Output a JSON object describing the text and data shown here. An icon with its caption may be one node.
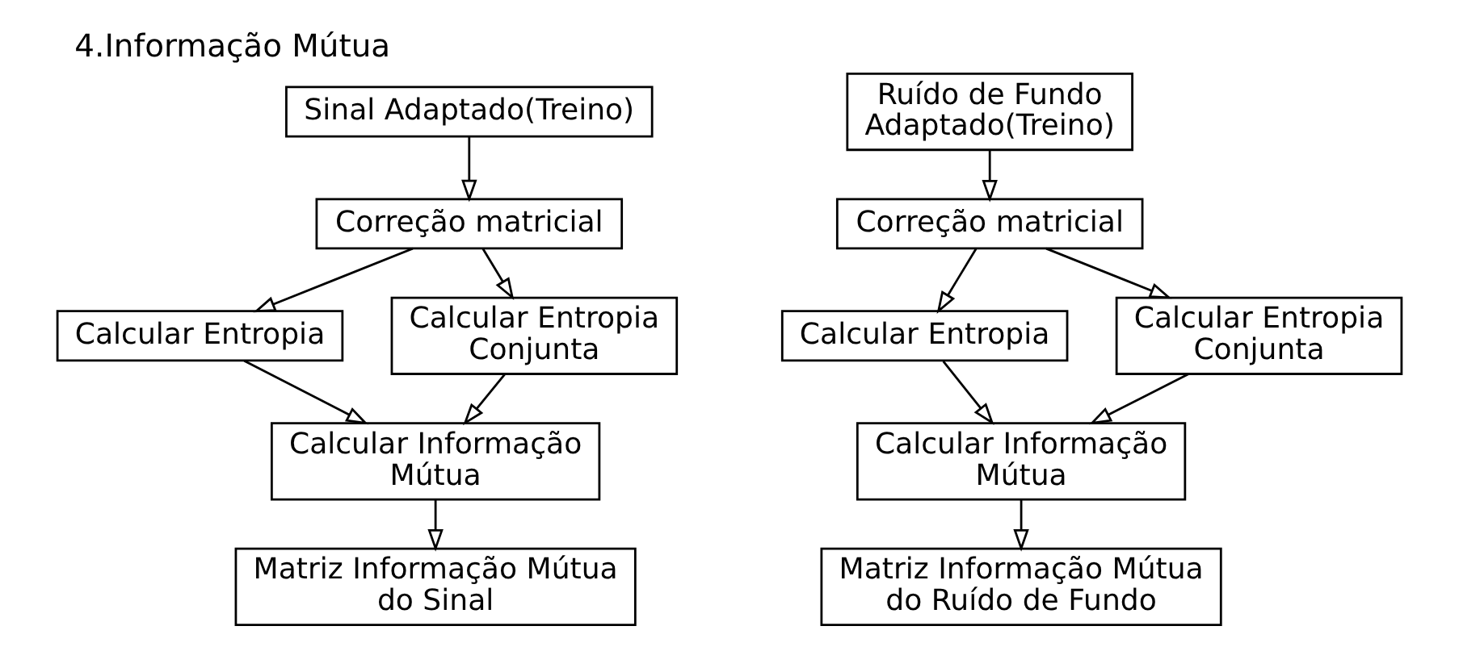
{
  "diagram": {
    "title": "4.Informação Mútua",
    "nodes": [
      {
        "text": [
          "Sinal Adaptado(Treino)"
        ]
      },
      {
        "text": [
          "Correção matricial"
        ]
      },
      {
        "text": [
          "Calcular Entropia"
        ]
      },
      {
        "text": [
          "Calcular Entropia Conjunta"
        ]
      },
      {
        "text": [
          "Calcular Informação Mútua"
        ]
      },
      {
        "text": [
          "Matriz Informação Mútua do Sinal"
        ]
      },
      {
        "text": [
          "Ruído de Fundo Adaptado(Treino)"
        ]
      },
      {
        "text": [
          "Correção matricial"
        ]
      },
      {
        "text": [
          "Calcular Entropia"
        ]
      },
      {
        "text": [
          "Calcular Entropia Conjunta"
        ]
      },
      {
        "text": [
          "Calcular Informação Mútua"
        ]
      },
      {
        "text": [
          "Matriz Informação Mútua do Ruído de Fundo"
        ]
      }
    ],
    "edges": [
      {
        "from": 0,
        "to": 1,
        "arrow": "to"
      },
      {
        "from": 1,
        "to": 2,
        "arrow": "to"
      },
      {
        "from": 1,
        "to": 3,
        "arrow": "to"
      },
      {
        "from": 2,
        "to": 4,
        "arrow": "to"
      },
      {
        "from": 3,
        "to": 4,
        "arrow": "to"
      },
      {
        "from": 4,
        "to": 5,
        "arrow": "to"
      },
      {
        "from": 6,
        "to": 7,
        "arrow": "to"
      },
      {
        "from": 7,
        "to": 8,
        "arrow": "to"
      },
      {
        "from": 7,
        "to": 9,
        "arrow": "to"
      },
      {
        "from": 8,
        "to": 10,
        "arrow": "to"
      },
      {
        "from": 9,
        "to": 10,
        "arrow": "to"
      },
      {
        "from": 10,
        "to": 11,
        "arrow": "to"
      }
    ]
  }
}
